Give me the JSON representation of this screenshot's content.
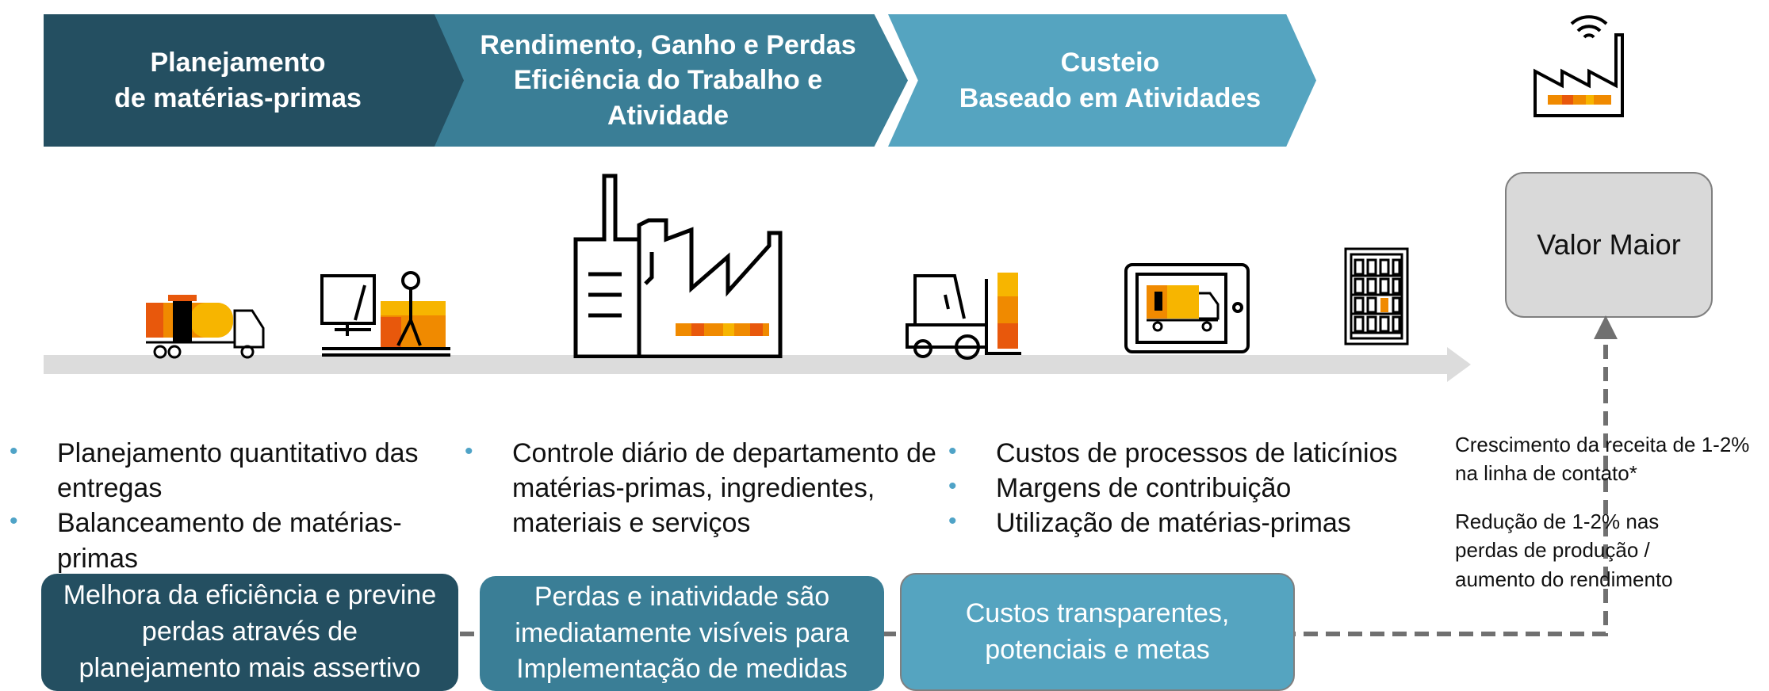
{
  "header": {
    "steps": [
      {
        "line1": "Planejamento",
        "line2": "de matérias-primas"
      },
      {
        "line1": "Rendimento, Ganho e Perdas",
        "line2": "Eficiência do Trabalho e",
        "line3": "Atividade"
      },
      {
        "line1": "Custeio",
        "line2": "Baseado em Atividades"
      }
    ]
  },
  "value_box": {
    "label": "Valor Maior"
  },
  "bullets": {
    "col1": [
      "Planejamento quantitativo das entregas",
      "Balanceamento de matérias-primas"
    ],
    "col2": [
      "Controle diário de departamento de matérias-primas, ingredientes, materiais e serviços"
    ],
    "col3": [
      "Custos de processos de laticínios",
      "Margens de contribuição",
      "Utilização de matérias-primas"
    ]
  },
  "outcomes": [
    "Melhora da eficiência e previne perdas através de planejamento mais assertivo",
    "Perdas e inatividade são imediatamente visíveis para Implementação de medidas",
    "Custos transparentes, potenciais e metas"
  ],
  "notes": [
    "Crescimento da receita de 1-2% na linha de contato*",
    "Redução de 1-2% nas perdas de produção / aumento do rendimento"
  ],
  "colors": {
    "dark_teal": "#244f61",
    "mid_teal": "#3a7e96",
    "light_teal": "#55a4c0",
    "orange": "#f08a00",
    "bullet": "#4fa3c7"
  },
  "icons": [
    "tanker-truck-icon",
    "planning-desk-icon",
    "factory-icon",
    "forklift-icon",
    "tablet-truck-icon",
    "vending-fridge-icon",
    "smart-factory-icon"
  ]
}
